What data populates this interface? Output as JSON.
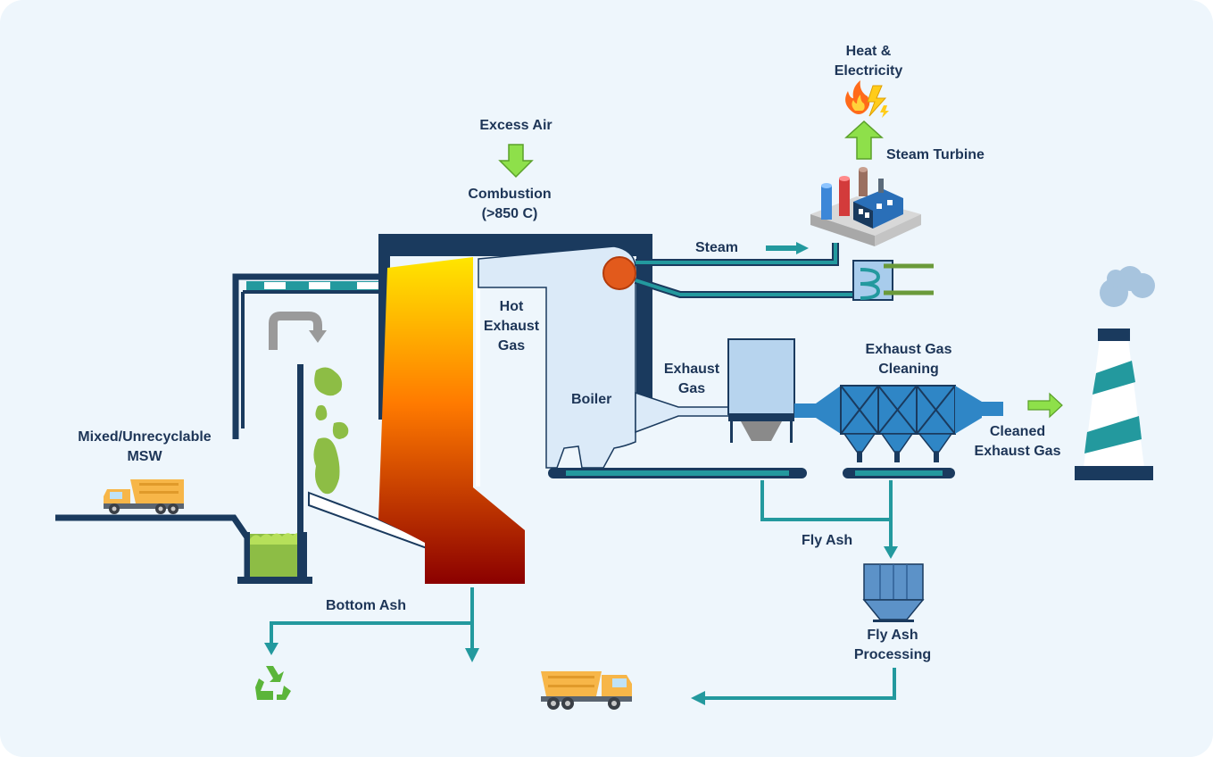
{
  "labels": {
    "heat_line1": "Heat &",
    "heat_line2": "Electricity",
    "steam_turbine": "Steam Turbine",
    "excess_air": "Excess Air",
    "combustion_line1": "Combustion",
    "combustion_line2": "(>850 C)",
    "steam": "Steam",
    "hot_line1": "Hot",
    "hot_line2": "Exhaust",
    "hot_line3": "Gas",
    "exhaust_line1": "Exhaust",
    "exhaust_line2": "Gas",
    "boiler": "Boiler",
    "gas_cleaning_line1": "Exhaust Gas",
    "gas_cleaning_line2": "Cleaning",
    "cleaned_line1": "Cleaned",
    "cleaned_line2": "Exhaust Gas",
    "msw_line1": "Mixed/Unrecyclable",
    "msw_line2": "MSW",
    "fly_ash": "Fly Ash",
    "fly_processing_line1": "Fly Ash",
    "fly_processing_line2": "Processing",
    "bottom_ash": "Bottom Ash"
  },
  "icons": {
    "fire": "fire-icon",
    "lightning": "lightning-icon",
    "recycle": "recycle-icon",
    "truck": "dump-truck-icon",
    "factory": "factory-icon",
    "chimney": "chimney-icon"
  },
  "colors": {
    "navy": "#1a3a5e",
    "teal": "#23999e",
    "green_arrow": "#8ee04a",
    "boiler": "#dbeaf8",
    "waste": "#8dbd45",
    "flame_top": "#ffe600",
    "flame_bottom": "#8b0000",
    "background": "#eef6fc"
  }
}
